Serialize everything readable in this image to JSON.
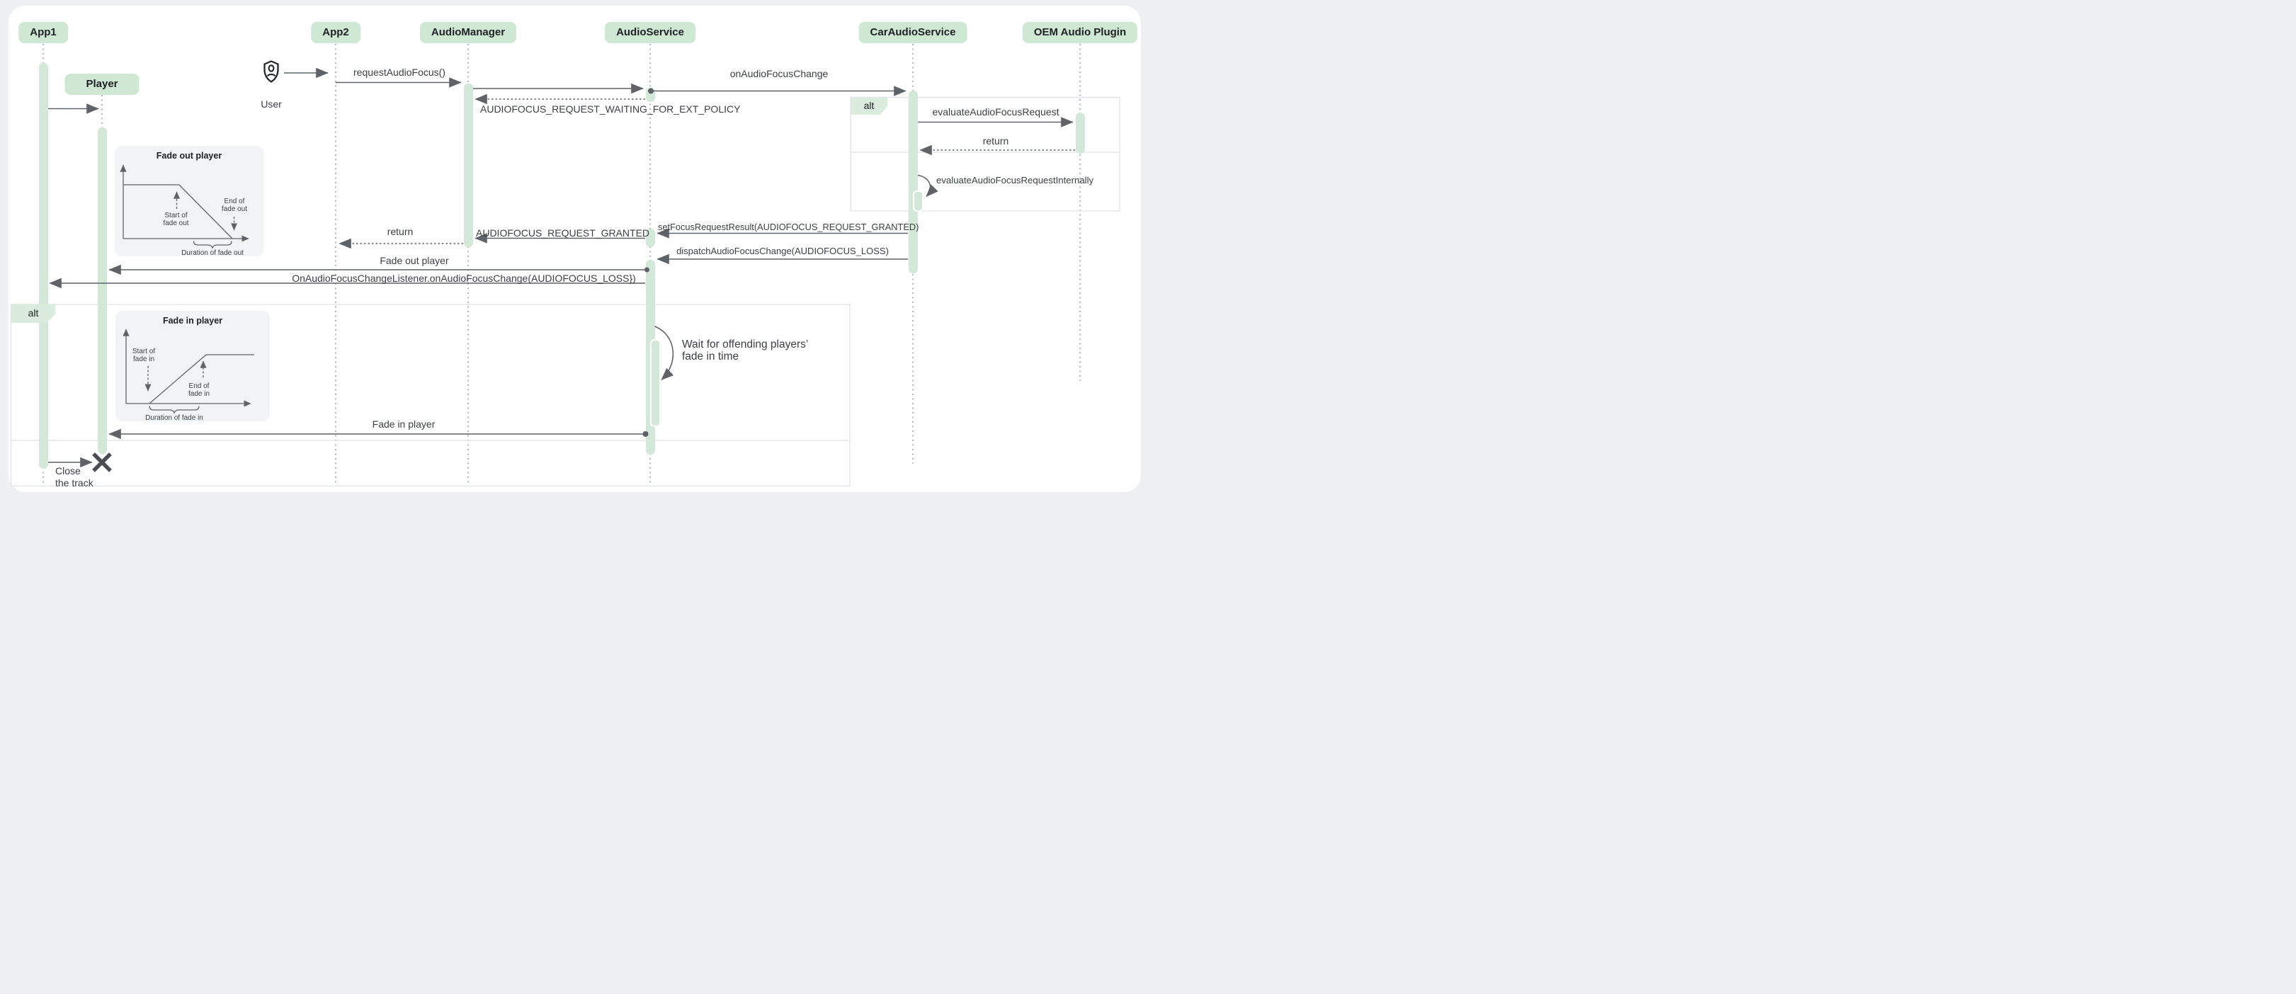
{
  "diagram": {
    "participants": [
      {
        "id": "app1",
        "label": "App1"
      },
      {
        "id": "player",
        "label": "Player"
      },
      {
        "id": "app2",
        "label": "App2"
      },
      {
        "id": "audiomanager",
        "label": "AudioManager"
      },
      {
        "id": "audioservice",
        "label": "AudioService"
      },
      {
        "id": "caraudioservice",
        "label": "CarAudioService"
      },
      {
        "id": "oem_audio_plugin",
        "label": "OEM Audio Plugin"
      }
    ],
    "actor": {
      "label": "User",
      "icon": "shield-person-icon"
    },
    "fragments": [
      {
        "label": "alt"
      },
      {
        "label": "alt"
      }
    ],
    "messages": [
      {
        "label": "requestAudioFocus()",
        "from": "App2",
        "to": "AudioManager",
        "style": "solid"
      },
      {
        "label": "onAudioFocusChange",
        "from": "AudioService",
        "to": "CarAudioService",
        "style": "solid-dot-origin"
      },
      {
        "label": "AUDIOFOCUS_REQUEST_WAITING_FOR_EXT_POLICY",
        "from": "AudioService",
        "to": "AudioManager",
        "style": "dotted-return"
      },
      {
        "label": "evaluateAudioFocusRequest",
        "from": "CarAudioService",
        "to": "OEM Audio Plugin",
        "style": "solid"
      },
      {
        "label": "return",
        "from": "OEM Audio Plugin",
        "to": "CarAudioService",
        "style": "dotted-return"
      },
      {
        "label": "evaluateAudioFocusRequestInternally",
        "from": "CarAudioService",
        "to": "CarAudioService",
        "style": "self-loop"
      },
      {
        "label": "setFocusRequestResult(AUDIOFOCUS_REQUEST_GRANTED)",
        "from": "CarAudioService",
        "to": "AudioService",
        "style": "solid"
      },
      {
        "label": "AUDIOFOCUS_REQUEST_GRANTED",
        "from": "AudioService",
        "to": "AudioManager",
        "style": "solid"
      },
      {
        "label": "return",
        "from": "AudioManager",
        "to": "App2",
        "style": "dotted-return"
      },
      {
        "label": "dispatchAudioFocusChange(AUDIOFOCUS_LOSS)",
        "from": "CarAudioService",
        "to": "AudioService",
        "style": "solid"
      },
      {
        "label": "Fade out player",
        "from": "AudioService",
        "to": "Player",
        "style": "solid-dot-origin"
      },
      {
        "label": "OnAudioFocusChangeListener.onAudioFocusChange(AUDIOFOCUS_LOSS})",
        "from": "AudioService",
        "to": "App1",
        "style": "solid"
      },
      {
        "label": "Fade in player",
        "from": "AudioService",
        "to": "Player",
        "style": "solid-dot-origin"
      }
    ],
    "annotations": {
      "wait_line1": "Wait for offending players’",
      "wait_line2": "fade in time",
      "close_line1": "Close",
      "close_line2": "the track"
    },
    "notes": [
      {
        "title": "Fade out player",
        "start1": "Start of",
        "start2": "fade out",
        "end1": "End of",
        "end2": "fade out",
        "duration": "Duration of fade out"
      },
      {
        "title": "Fade in player",
        "start1": "Start of",
        "start2": "fade in",
        "end1": "End of",
        "end2": "fade in",
        "duration": "Duration of fade in"
      }
    ],
    "colors": {
      "participant_fill": "#cfe8d4",
      "activation_fill": "#d3e8d8",
      "fragment_label_fill": "#d9ecdd",
      "fragment_border": "#e3e6e9",
      "note_fill": "#f1f3f4",
      "line": "#5f6368",
      "text": "#3c4043",
      "header_text": "#202124",
      "lifeline": "#9aa0a6",
      "background": "#eef0f2",
      "card": "#ffffff"
    }
  }
}
